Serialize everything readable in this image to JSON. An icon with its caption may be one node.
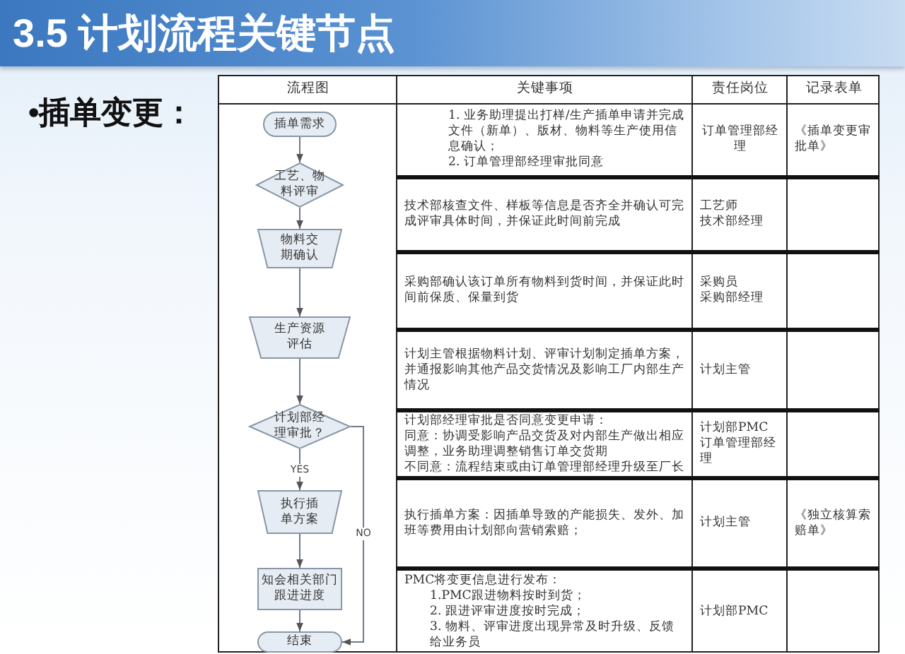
{
  "diagram": {
    "title": "3.5 计划流程关键节点",
    "nodes": [
      {
        "text": [
          "插单需求"
        ]
      },
      {
        "text": [
          "工艺、物料评审"
        ]
      },
      {
        "text": [
          "物料交期确认"
        ]
      },
      {
        "text": [
          "生产资源评估"
        ]
      },
      {
        "text": [
          "计划部经理审批？"
        ]
      },
      {
        "text": [
          "执行插单方案"
        ]
      },
      {
        "text": [
          "知会相关部门跟进进度"
        ]
      },
      {
        "text": [
          "结束"
        ]
      }
    ],
    "edges": [
      {
        "from": 0,
        "to": 1,
        "arrow": "to"
      },
      {
        "from": 1,
        "to": 2,
        "arrow": "to"
      },
      {
        "from": 2,
        "to": 3,
        "arrow": "to"
      },
      {
        "from": 3,
        "to": 4,
        "arrow": "to"
      },
      {
        "from": 4,
        "to": 5,
        "arrow": "to",
        "label": "YES"
      },
      {
        "from": 5,
        "to": 6,
        "arrow": "to"
      },
      {
        "from": 6,
        "to": 7,
        "arrow": "to"
      },
      {
        "from": 4,
        "to": 7,
        "arrow": "to",
        "label": "NO"
      }
    ],
    "labels": [
      "•插单变更：",
      "流程图",
      "关键事项",
      "责任岗位",
      "记录表单",
      "1. 业务助理提出打样/生产插单申请并完成文件（新单）、版材、物料等生产使用信息确认；",
      "2. 订单管理部经理审批同意",
      "订单管理部经理",
      "《插单变更审批单》",
      "技术部核查文件、样板等信息是否齐全并确认可完成评审具体时间，并保证此时间前完成",
      "工艺师",
      "技术部经理",
      "采购部确认该订单所有物料到货时间，并保证此时间前保质、保量到货",
      "采购员",
      "采购部经理",
      "计划主管根据物料计划、评审计划制定插单方案，并通报影响其他产品交货情况及影响工厂内部生产情况",
      "计划主管",
      "计划部经理审批是否同意变更申请：",
      "同意：协调受影响产品交货及对内部生产做出相应调整，业务助理调整销售订单交货期",
      "不同意：流程结束或由订单管理部经理升级至厂长",
      "计划部PMC",
      "订单管理部经理",
      "执行插单方案：因插单导致的产能损失、发外、加班等费用由计划部向营销索赔；",
      "计划主管",
      "《独立核算索赔单》",
      "PMC将变更信息进行发布：",
      "1.PMC跟进物料按时到货；",
      "2. 跟进评审进度按时完成；",
      "3. 物料、评审进度出现异常及时升级、反馈给业务员",
      "计划部PMC"
    ]
  }
}
